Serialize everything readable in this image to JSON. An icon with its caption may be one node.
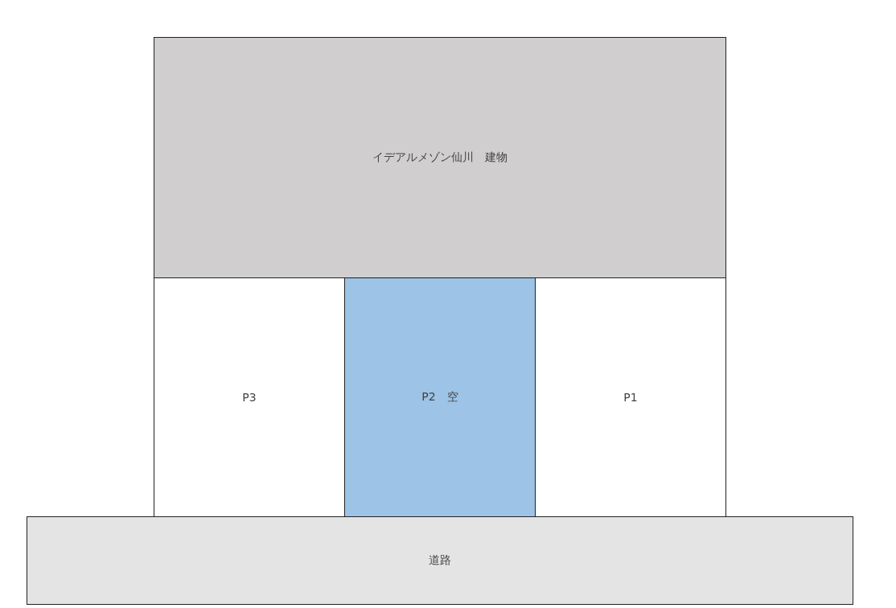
{
  "diagram": {
    "nodes": [
      {
        "text": [
          "イデアルメゾン仙川　建物"
        ]
      },
      {
        "text": [
          "P3"
        ]
      },
      {
        "text": [
          "P2　空"
        ]
      },
      {
        "text": [
          "P1"
        ]
      },
      {
        "text": [
          "道路"
        ]
      }
    ]
  }
}
